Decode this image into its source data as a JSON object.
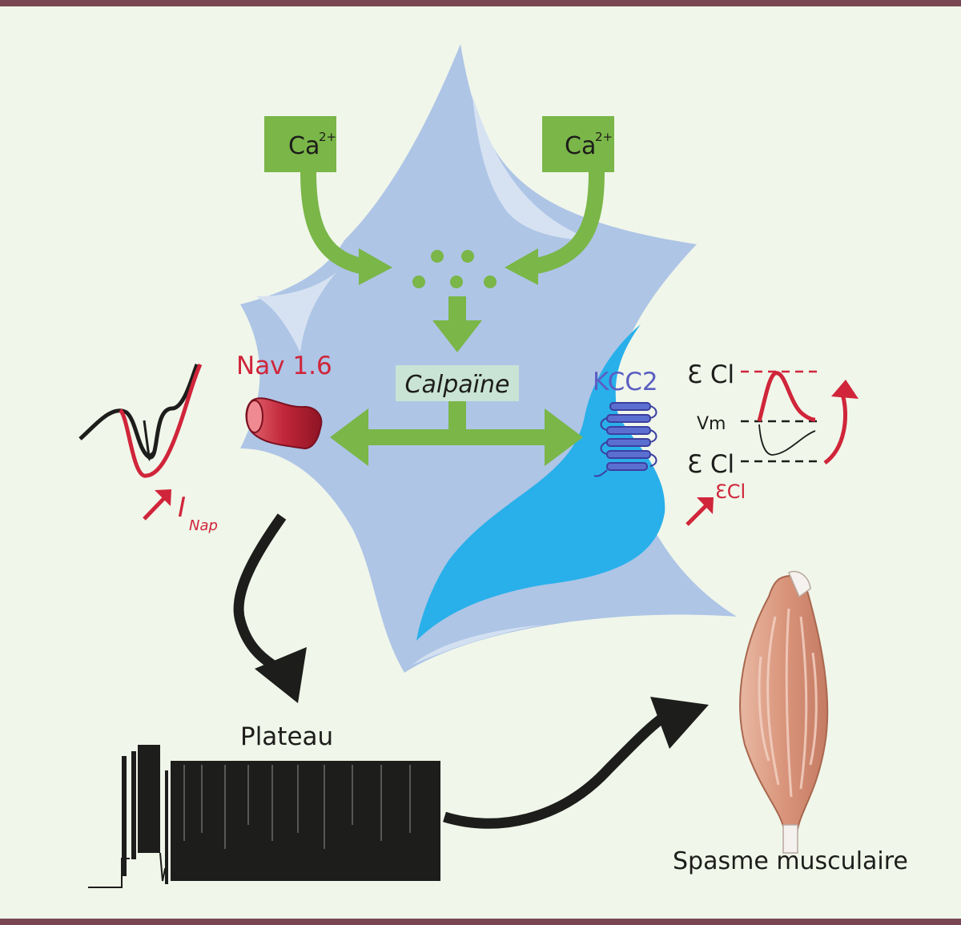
{
  "labels": {
    "ca_left": "Ca",
    "ca_left_sup": "2+",
    "ca_right": "Ca",
    "ca_right_sup": "2+",
    "calpaine": "Calpaïne",
    "nav": "Nav 1.6",
    "kcc2": "KCC2",
    "inap_main": "I",
    "inap_sub": "Nap",
    "ecl_top": "Ɛ Cl",
    "vm": "Vm",
    "ecl_bottom": "Ɛ Cl",
    "ecl_red": "ƐCl",
    "plateau": "Plateau",
    "spasme": "Spasme musculaire"
  },
  "colors": {
    "frame": "#7a4652",
    "background": "#f0f6ea",
    "cell": "#aec5e6",
    "cell_highlight": "#d6e2f2",
    "cell_dark": "#29b0ea",
    "green": "#7ab648",
    "red": "#d0253a",
    "purple": "#5b5ec2",
    "black": "#1d1d1b",
    "muscle": "#d9957b"
  }
}
